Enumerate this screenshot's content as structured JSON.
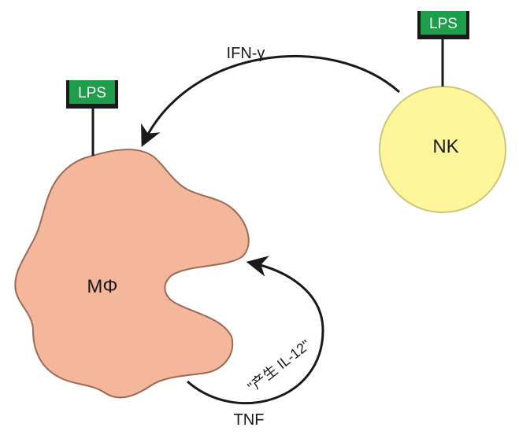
{
  "diagram": {
    "macrophage": {
      "label": "MΦ",
      "fill": "#f4b79b",
      "stroke": "#9a6a55"
    },
    "nk_cell": {
      "label": "NK",
      "fill": "#fff59b",
      "stroke": "#c9c77a"
    },
    "lps_nk": {
      "label": "LPS"
    },
    "lps_macrophage": {
      "label": "LPS"
    },
    "lps_color": "#1e9e4a",
    "edges": {
      "ifn": {
        "label": "IFN-γ",
        "from": "NK",
        "to": "MΦ"
      },
      "feedback": {
        "label_top": "\"产生 IL-12\"",
        "label_bottom": "TNF",
        "from": "MΦ",
        "to": "MΦ"
      }
    }
  }
}
